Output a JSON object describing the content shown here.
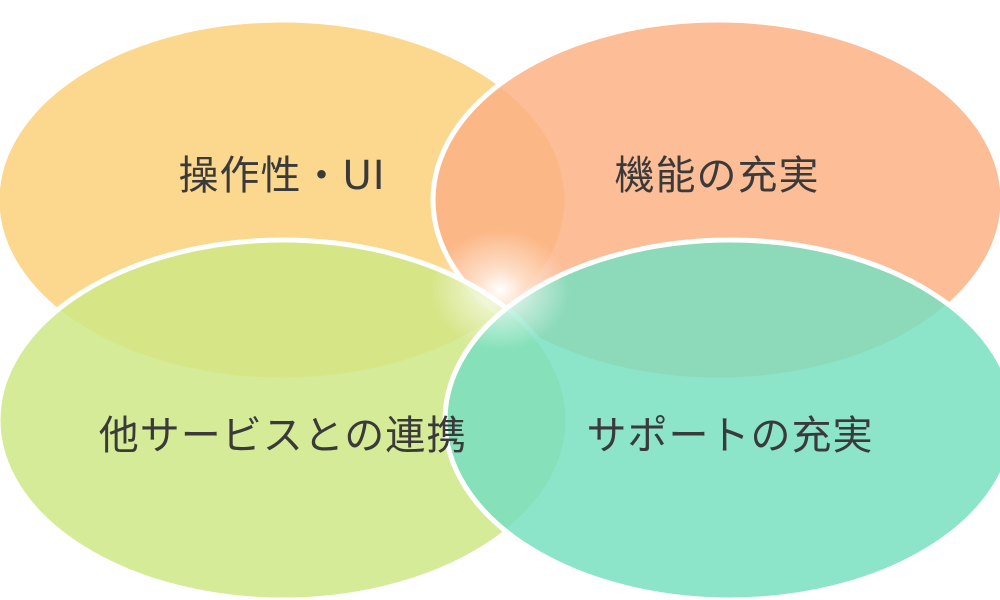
{
  "diagram": {
    "circles": [
      {
        "id": "ui",
        "label": "操作性・UI",
        "color": "#fcd07a"
      },
      {
        "id": "functions",
        "label": "機能の充実",
        "color": "#fbb285"
      },
      {
        "id": "integration",
        "label": "他サービスとの連携",
        "color": "#cfe785"
      },
      {
        "id": "support",
        "label": "サポートの充実",
        "color": "#78dfbf"
      }
    ]
  }
}
